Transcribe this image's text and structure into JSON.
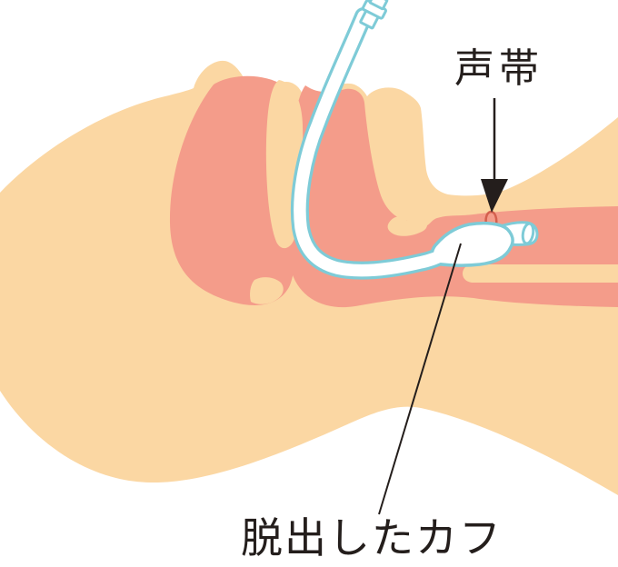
{
  "illustration": {
    "description": "Side-view medical illustration of a supine head with an endotracheal tube whose cuff has slipped out of the trachea above the vocal cords",
    "labels": {
      "vocal_cords": "声帯",
      "dislodged_cuff": "脱出したカフ"
    },
    "colors": {
      "skin": "#FBD7A3",
      "mucosa": "#F49C8A",
      "tube": "#7ECBD7",
      "vocal": "#D4604E",
      "ink": "#241E1C",
      "background": "#FFFFFF"
    }
  }
}
